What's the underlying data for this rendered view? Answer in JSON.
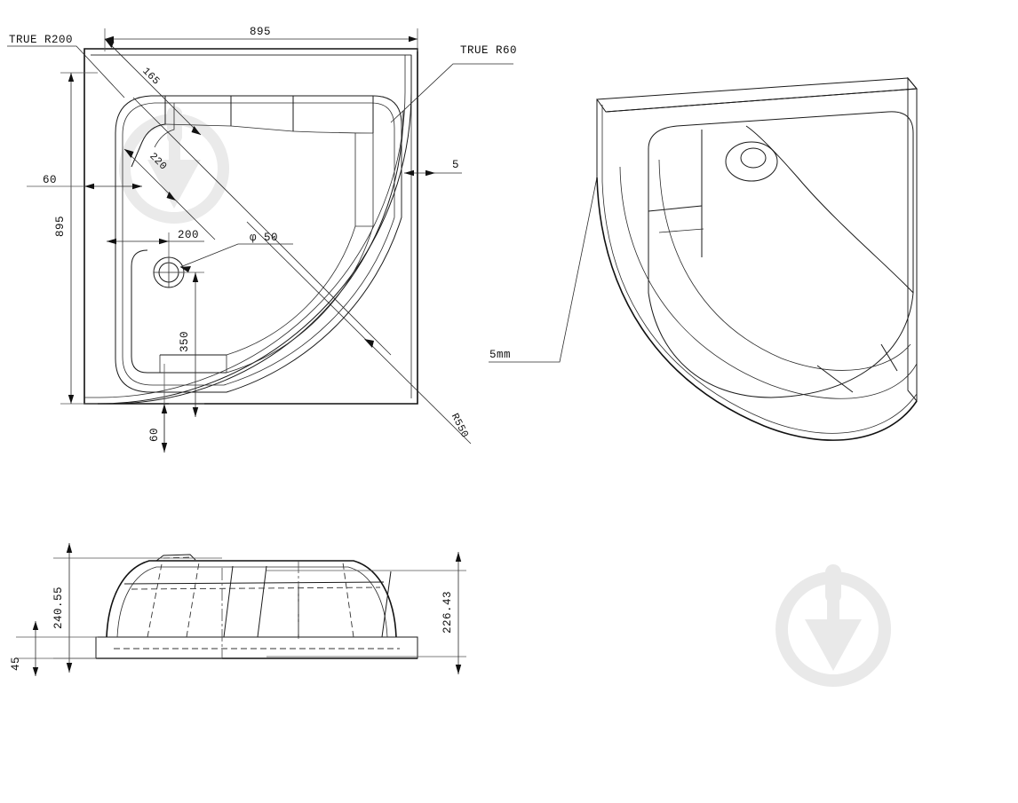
{
  "drawing": {
    "title": "Quadrant shower tray technical drawing",
    "units": "mm",
    "views": [
      {
        "id": "plan",
        "name": "top-plan-view"
      },
      {
        "id": "iso",
        "name": "isometric-view"
      },
      {
        "id": "section",
        "name": "front-section-view"
      }
    ]
  },
  "plan_view": {
    "overall_width": "895",
    "overall_height": "895",
    "radius_corner_note": "TRUE R200",
    "radius_small_note": "TRUE R60",
    "edge_thickness": "5",
    "offset_left": "60",
    "offset_bottom": "60",
    "chamfer_165": "165",
    "chamfer_220": "220",
    "drain_x": "200",
    "drain_y": "350",
    "drain_diameter": "φ 50",
    "main_radius": "R550"
  },
  "iso_view": {
    "thickness_note": "5mm"
  },
  "section_view": {
    "total_height": "240.55",
    "body_height": "226.43",
    "flange_thickness": "45"
  },
  "watermark": {
    "name": "plumb-bob-logo"
  },
  "colors": {
    "line": "#1a1a1a",
    "dimension": "#2b2b2b",
    "watermark": "#e9e9e9",
    "background": "#ffffff"
  }
}
